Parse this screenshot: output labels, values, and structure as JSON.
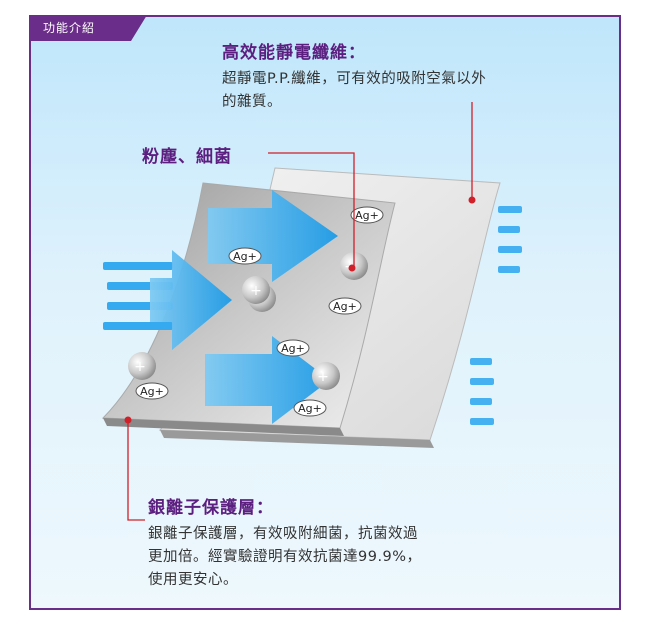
{
  "tag": {
    "label": "功能介紹"
  },
  "sections": {
    "static": {
      "title": "高效能靜電纖維：",
      "lines": [
        "超靜電P.P.纖維，可有效的吸附空氣以外",
        "的雜質。"
      ]
    },
    "dust": {
      "title": "粉塵、細菌"
    },
    "silver": {
      "title": "銀離子保護層：",
      "lines": [
        "銀離子保護層，有效吸附細菌，抗菌效過",
        "更加倍。經實驗證明有效抗菌達99.9%，",
        "使用更安心。"
      ]
    }
  },
  "ion_label": "Ag+",
  "colors": {
    "border": "#6b2d8a",
    "title": "#5c1f80",
    "arrow": "#2aa3e8",
    "dot": "#d0202a"
  }
}
